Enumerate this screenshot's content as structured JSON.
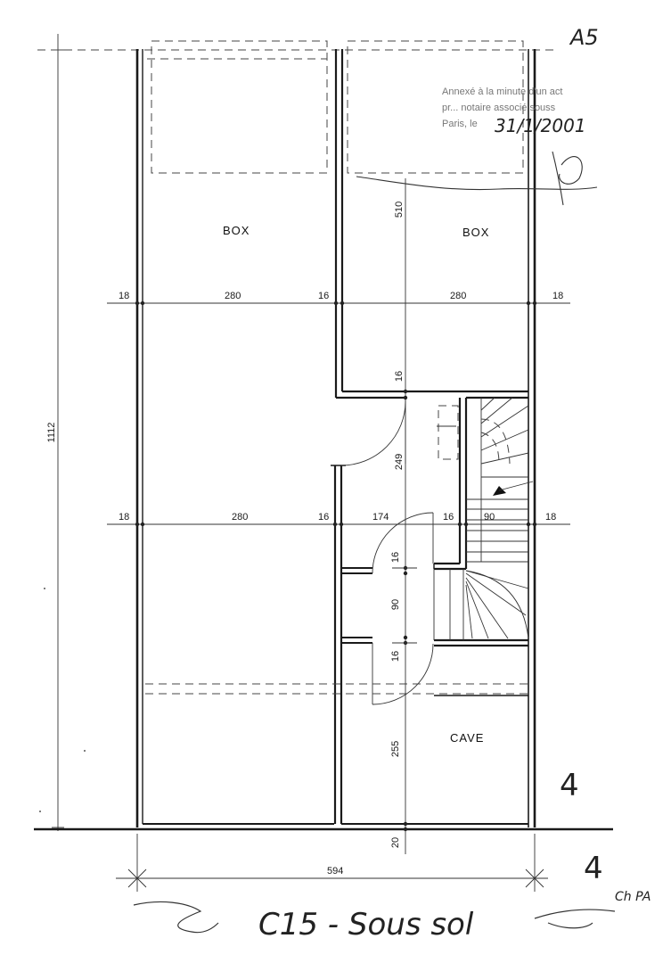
{
  "rooms": {
    "box_left": "BOX",
    "box_right": "BOX",
    "cave": "CAVE"
  },
  "dimensions": {
    "total_height": "1112",
    "box_depth": "510",
    "row1_left_wall": "18",
    "row1_box_left": "280",
    "row1_mid_wall": "16",
    "row1_box_right": "280",
    "row1_right_wall": "18",
    "wall_16_a": "16",
    "hall_249": "249",
    "row2_left_wall": "18",
    "row2_room": "280",
    "row2_mid_wall": "16",
    "row2_hall": "174",
    "row2_stair_wall": "16",
    "row2_stair": "90",
    "row2_right_wall": "18",
    "vert_16_b": "16",
    "vert_90": "90",
    "vert_16_c": "16",
    "vert_255": "255",
    "bottom_wall": "20",
    "total_width": "594"
  },
  "annotations": {
    "page_ref": "A5",
    "stamp_line1": "Annexé à la minute d'un act",
    "stamp_line2": "pr... notaire associé souss",
    "stamp_line3": "Paris, le",
    "stamp_date": "31/1/2001",
    "initials": "Ch PA",
    "initial_right_1": "4",
    "initial_right_2": "4",
    "title": "C15 - Sous sol"
  }
}
